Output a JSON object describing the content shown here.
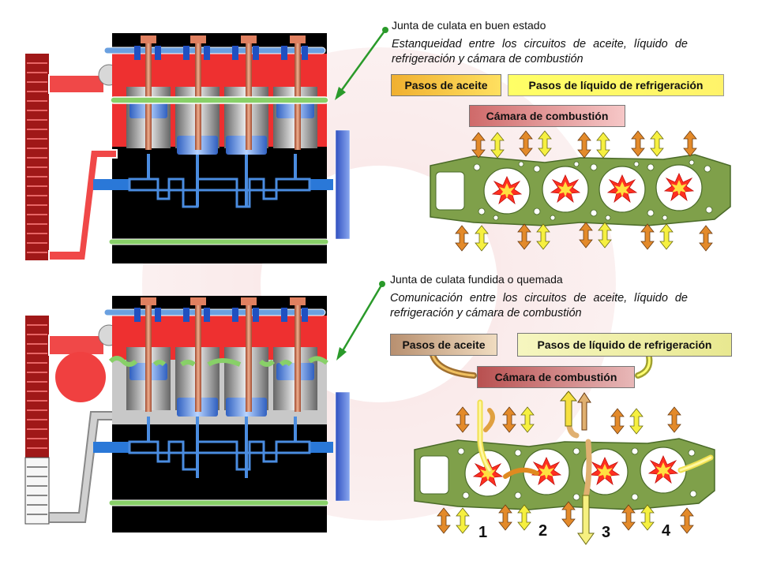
{
  "top": {
    "title": "Junta de culata en buen estado",
    "description": "Estanqueidad entre los circuitos de aceite, líquido de refrigeración y cámara de combustión",
    "labels": {
      "oil": "Pasos de aceite",
      "coolant": "Pasos de líquido de refrigeración",
      "chamber": "Cámara de combustión"
    }
  },
  "bottom": {
    "title": "Junta de culata fundida o quemada",
    "description": "Comunicación entre los circuitos de aceite, líquido de refrigeración y cámara de combustión",
    "labels": {
      "oil": "Pasos de aceite",
      "coolant": "Pasos de líquido de refrigeración",
      "chamber": "Cámara de combustión"
    },
    "cylinder_numbers": [
      "1",
      "2",
      "3",
      "4"
    ]
  },
  "colors": {
    "engine_block": "#000000",
    "cylinder_head_ok": "#ee3030",
    "cylinder_head_fault": "#c8c8c8",
    "gasket": "#7fa04a",
    "coolant_yellow": "#ffff40",
    "oil_orange": "#e08a20",
    "leader_green": "#2a9a2a"
  }
}
